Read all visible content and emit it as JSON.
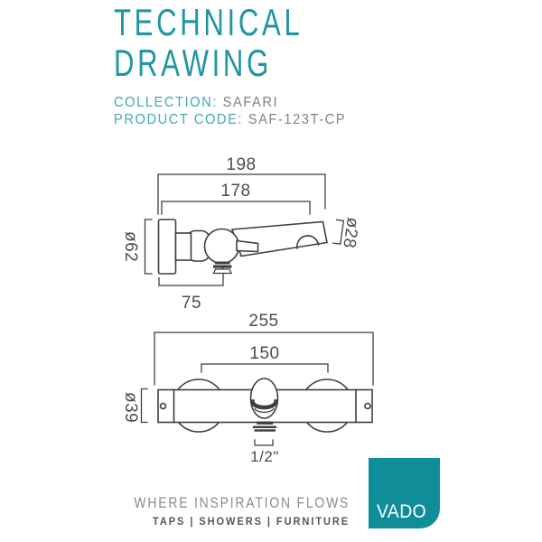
{
  "header": {
    "title_line1": "TECHNICAL",
    "title_line2": "DRAWING",
    "collection_label": "COLLECTION:",
    "collection_value": "SAFARI",
    "product_code_label": "PRODUCT CODE:",
    "product_code_value": "SAF-123T-CP"
  },
  "drawings": {
    "side_view": {
      "dim_overall_projection": "198",
      "dim_spout_projection": "178",
      "dim_backplate_diameter": "ø62",
      "dim_spout_diameter": "ø28",
      "dim_wall_to_outlet": "75"
    },
    "front_view": {
      "dim_overall_width": "255",
      "dim_fixing_centres": "150",
      "dim_body_diameter": "ø39",
      "dim_connection_size": "1/2\""
    }
  },
  "footer": {
    "tagline": "WHERE INSPIRATION FLOWS",
    "categories": "TAPS | SHOWERS | FURNITURE",
    "logo_text": "VADO"
  },
  "colors": {
    "title_teal": "#2096A3",
    "label_teal": "#45A9B4",
    "value_gray": "#808285",
    "line_color": "#3E3F41",
    "dim_text": "#4B4C4E",
    "tagline_gray": "#8A8C8E",
    "categories_gray": "#55565A",
    "logo_teal": "#0F8D99"
  }
}
